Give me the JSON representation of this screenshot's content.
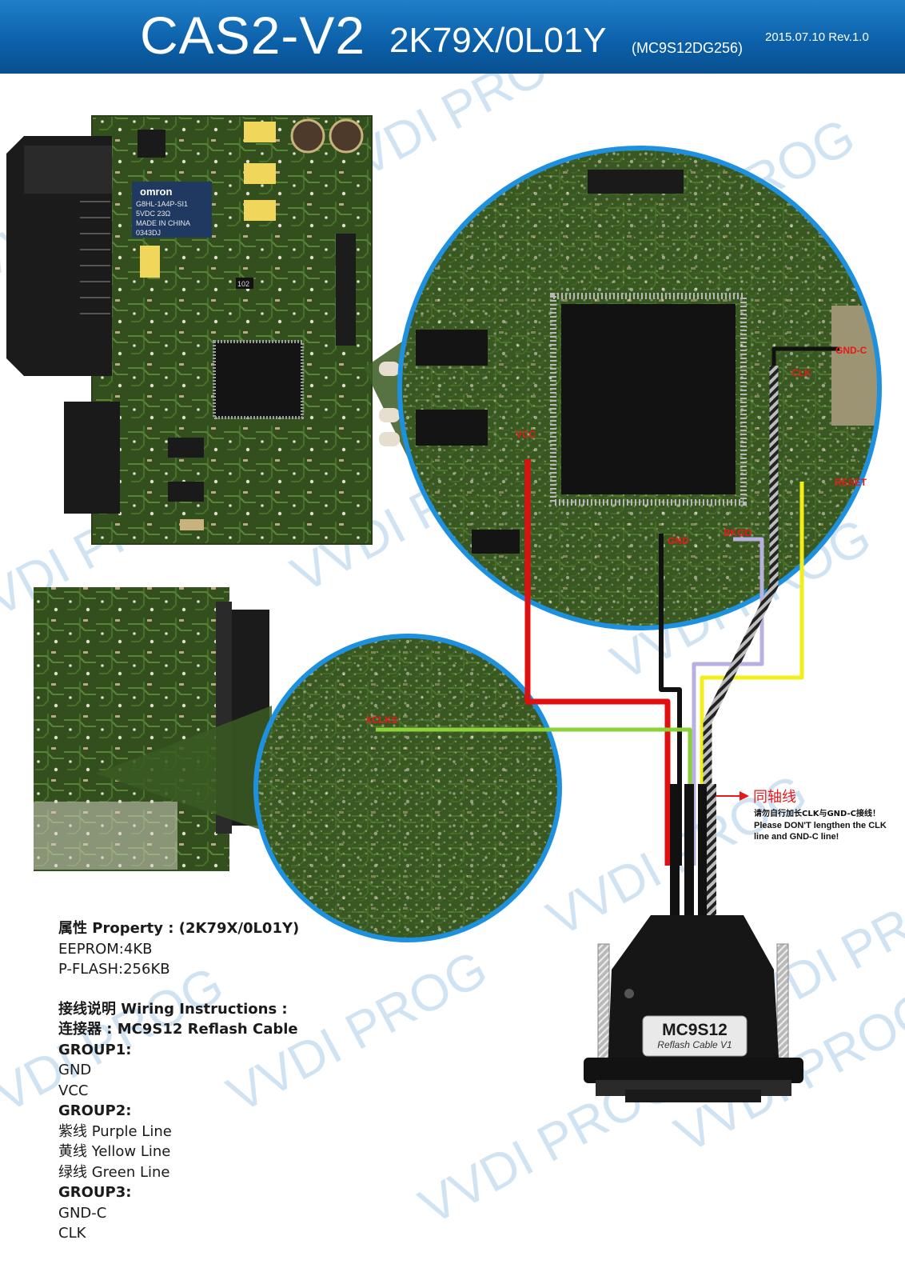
{
  "header": {
    "title": "CAS2-V2",
    "part": "2K79X/0L01Y",
    "mcu": "(MC9S12DG256)",
    "revision": "2015.07.10 Rev.1.0"
  },
  "watermark": "VVDI PROG",
  "colors": {
    "header_blue": "#0b62ab",
    "circle_border": "#1e90e0",
    "pcb_green": "#3a5b22",
    "wire_red": "#e01010",
    "wire_black": "#111111",
    "wire_purple": "#b8b0e0",
    "wire_yellow": "#f2ee1a",
    "wire_green": "#8cd13a",
    "label_red": "#e51a1a",
    "watermark": "#9cc6e6"
  },
  "board": {
    "relay_brand": "omron",
    "relay_lines": [
      "G8HL-1A4P-SI1",
      "5VDC  23Ω",
      "MADE IN CHINA",
      "0343DJ"
    ],
    "chip_marking": "102"
  },
  "pins": {
    "gnd_c": "GND-C",
    "clk": "CLK",
    "vcc": "VCC",
    "reset": "RESET",
    "gnd": "GND",
    "bkgd": "BKGD",
    "xclks": "XCLKS"
  },
  "coax": {
    "title": "同轴线",
    "note_cn": "请勿自行加长CLK与GND-C接线！",
    "note_en_1": "Please DON'T lengthen the CLK",
    "note_en_2": "line and GND-C line!"
  },
  "connector": {
    "name": "MC9S12",
    "subtitle": "Reflash Cable V1"
  },
  "info": {
    "property_heading": "属性 Property : (2K79X/0L01Y)",
    "eeprom": "EEPROM:4KB",
    "pflash": "P-FLASH:256KB",
    "wiring_heading": "接线说明 Wiring Instructions :",
    "connector_line": "连接器 : MC9S12 Reflash Cable",
    "group1": "GROUP1:",
    "g1_gnd": "GND",
    "g1_vcc": "VCC",
    "group2": "GROUP2:",
    "g2_purple": "紫线 Purple Line",
    "g2_yellow": "黄线 Yellow Line",
    "g2_green": "绿线 Green Line",
    "group3": "GROUP3:",
    "g3_gndc": "GND-C",
    "g3_clk": "CLK"
  }
}
